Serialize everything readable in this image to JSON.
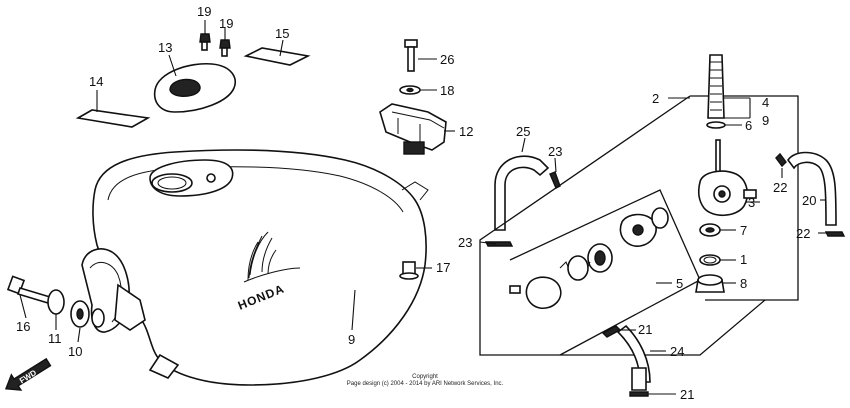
{
  "diagram": {
    "callouts": [
      {
        "id": "c19a",
        "label": "19"
      },
      {
        "id": "c19b",
        "label": "19"
      },
      {
        "id": "c13",
        "label": "13"
      },
      {
        "id": "c15",
        "label": "15"
      },
      {
        "id": "c14",
        "label": "14"
      },
      {
        "id": "c26",
        "label": "26"
      },
      {
        "id": "c18",
        "label": "18"
      },
      {
        "id": "c12",
        "label": "12"
      },
      {
        "id": "c25",
        "label": "25"
      },
      {
        "id": "c23a",
        "label": "23"
      },
      {
        "id": "c23b",
        "label": "23"
      },
      {
        "id": "c17",
        "label": "17"
      },
      {
        "id": "c16",
        "label": "16"
      },
      {
        "id": "c11",
        "label": "11"
      },
      {
        "id": "c10",
        "label": "10"
      },
      {
        "id": "c9a",
        "label": "9"
      },
      {
        "id": "c2",
        "label": "2"
      },
      {
        "id": "c4",
        "label": "4"
      },
      {
        "id": "c9b",
        "label": "9"
      },
      {
        "id": "c6",
        "label": "6"
      },
      {
        "id": "c3",
        "label": "3"
      },
      {
        "id": "c7",
        "label": "7"
      },
      {
        "id": "c1",
        "label": "1"
      },
      {
        "id": "c5",
        "label": "5"
      },
      {
        "id": "c8",
        "label": "8"
      },
      {
        "id": "c22a",
        "label": "22"
      },
      {
        "id": "c20",
        "label": "20"
      },
      {
        "id": "c22b",
        "label": "22"
      },
      {
        "id": "c21a",
        "label": "21"
      },
      {
        "id": "c24",
        "label": "24"
      },
      {
        "id": "c21b",
        "label": "21"
      }
    ],
    "fwd_label": "FWD",
    "brand_text": "HONDA",
    "copyright_line1": "Copyright",
    "copyright_line2": "Page design (c) 2004 - 2014 by ARI Network Services, Inc."
  }
}
